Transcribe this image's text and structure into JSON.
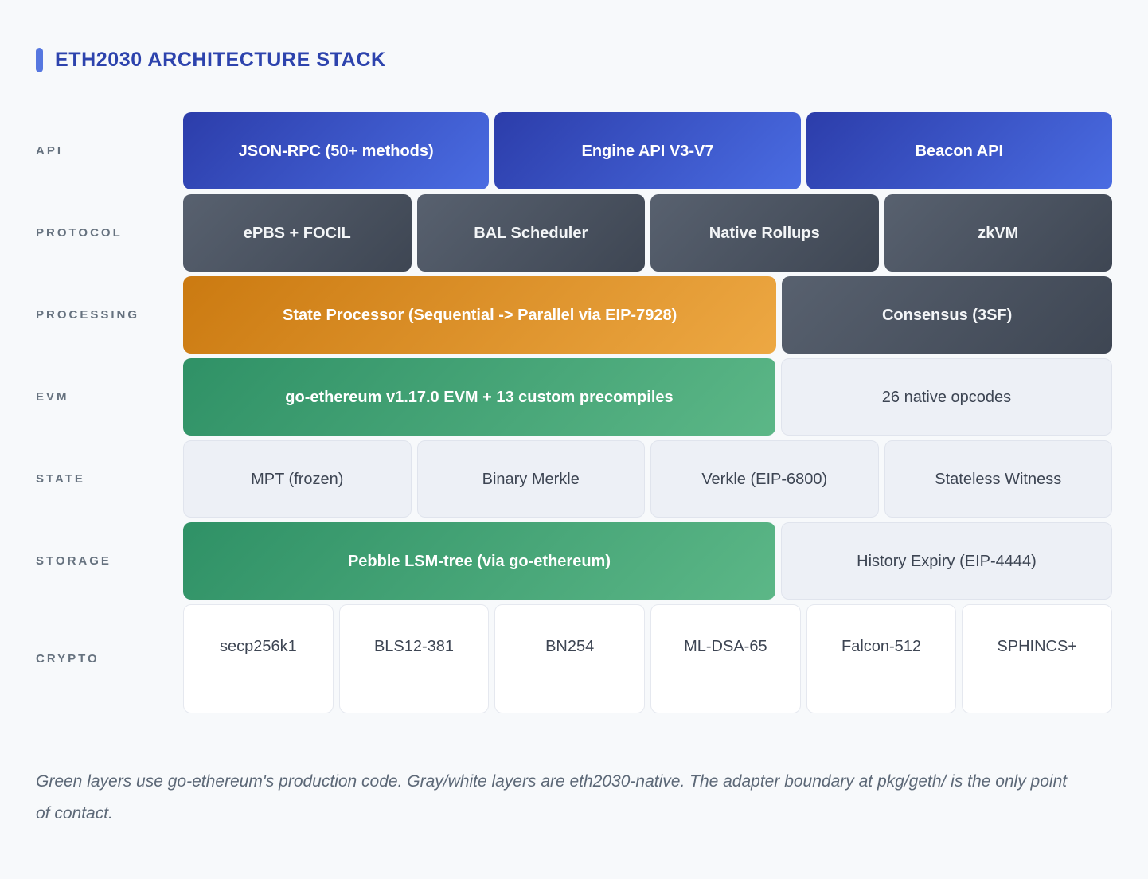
{
  "title": "ETH2030 ARCHITECTURE STACK",
  "palette": {
    "background": "#f7f9fb",
    "title_text": "#2d43ad",
    "title_accent": "#5677e0",
    "row_label_text": "#66727f",
    "api_block_gradient": [
      "#2c3daa",
      "#4a6ce2"
    ],
    "native_block_gradient": [
      "#58616f",
      "#3e4653"
    ],
    "processing_block_gradient": [
      "#cb7a11",
      "#eda843"
    ],
    "geth_block_gradient": [
      "#2f9166",
      "#5cb787"
    ],
    "light_block_bg": "#edf0f6",
    "white_block_bg": "#ffffff",
    "dark_text": "#3d4553",
    "footer_text": "#5c6877"
  },
  "rows": [
    {
      "label": "API",
      "blocks": [
        {
          "text": "JSON-RPC (50+ methods)",
          "variant": "blue",
          "flex": 1
        },
        {
          "text": "Engine API V3-V7",
          "variant": "blue",
          "flex": 1
        },
        {
          "text": "Beacon API",
          "variant": "blue",
          "flex": 1
        }
      ]
    },
    {
      "label": "PROTOCOL",
      "blocks": [
        {
          "text": "ePBS + FOCIL",
          "variant": "slate",
          "flex": 1
        },
        {
          "text": "BAL Scheduler",
          "variant": "slate",
          "flex": 1
        },
        {
          "text": "Native Rollups",
          "variant": "slate",
          "flex": 1
        },
        {
          "text": "zkVM",
          "variant": "slate",
          "flex": 1
        }
      ]
    },
    {
      "label": "PROCESSING",
      "blocks": [
        {
          "text": "State Processor (Sequential -> Parallel via EIP-7928)",
          "variant": "orange",
          "flex": 751
        },
        {
          "text": "Consensus (3SF)",
          "variant": "slate",
          "flex": 403
        }
      ]
    },
    {
      "label": "EVM",
      "blocks": [
        {
          "text": "go-ethereum v1.17.0 EVM + 13 custom precompiles",
          "variant": "green",
          "flex": 751
        },
        {
          "text": "26 native opcodes",
          "variant": "light",
          "flex": 403
        }
      ]
    },
    {
      "label": "STATE",
      "blocks": [
        {
          "text": "MPT (frozen)",
          "variant": "light",
          "flex": 1
        },
        {
          "text": "Binary Merkle",
          "variant": "light",
          "flex": 1
        },
        {
          "text": "Verkle (EIP-6800)",
          "variant": "light",
          "flex": 1
        },
        {
          "text": "Stateless Witness",
          "variant": "light",
          "flex": 1
        }
      ]
    },
    {
      "label": "STORAGE",
      "blocks": [
        {
          "text": "Pebble LSM-tree (via go-ethereum)",
          "variant": "green",
          "flex": 751
        },
        {
          "text": "History Expiry (EIP-4444)",
          "variant": "light",
          "flex": 403
        }
      ]
    },
    {
      "label": "CRYPTO",
      "tall": true,
      "blocks": [
        {
          "text": "secp256k1",
          "variant": "white",
          "flex": 1
        },
        {
          "text": "BLS12-381",
          "variant": "white",
          "flex": 1
        },
        {
          "text": "BN254",
          "variant": "white",
          "flex": 1
        },
        {
          "text": "ML-DSA-65",
          "variant": "white",
          "flex": 1
        },
        {
          "text": "Falcon-512",
          "variant": "white",
          "flex": 1
        },
        {
          "text": "SPHINCS+",
          "variant": "white",
          "flex": 1
        }
      ]
    }
  ],
  "footer_note": "Green layers use go-ethereum's production code. Gray/white layers are eth2030-native. The adapter boundary at pkg/geth/ is the only point of contact."
}
